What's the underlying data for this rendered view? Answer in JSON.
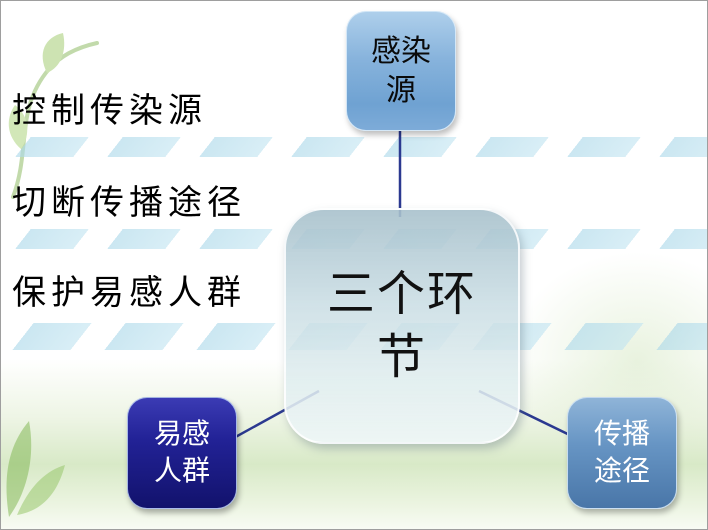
{
  "slide": {
    "left_labels": [
      {
        "text": "控制传染源"
      },
      {
        "text": "切断传播途径"
      },
      {
        "text": "保护易感人群"
      }
    ],
    "diagram": {
      "center": {
        "label": "三个环节"
      },
      "nodes": [
        {
          "id": "infection-source",
          "label": "感染源"
        },
        {
          "id": "susceptible-group",
          "label": "易感人群"
        },
        {
          "id": "transmission-route",
          "label": "传播途径"
        }
      ]
    },
    "colors": {
      "top_node_blue": "#7fafd9",
      "center_node_gray_blue": "#c6dbe2",
      "dark_navy_node": "#1e1e8f",
      "steel_blue_node": "#5d8cbe",
      "connector_line": "#2b3990",
      "stripe_blue": "#abd8e9",
      "background_green": "#d6e8c4"
    }
  }
}
